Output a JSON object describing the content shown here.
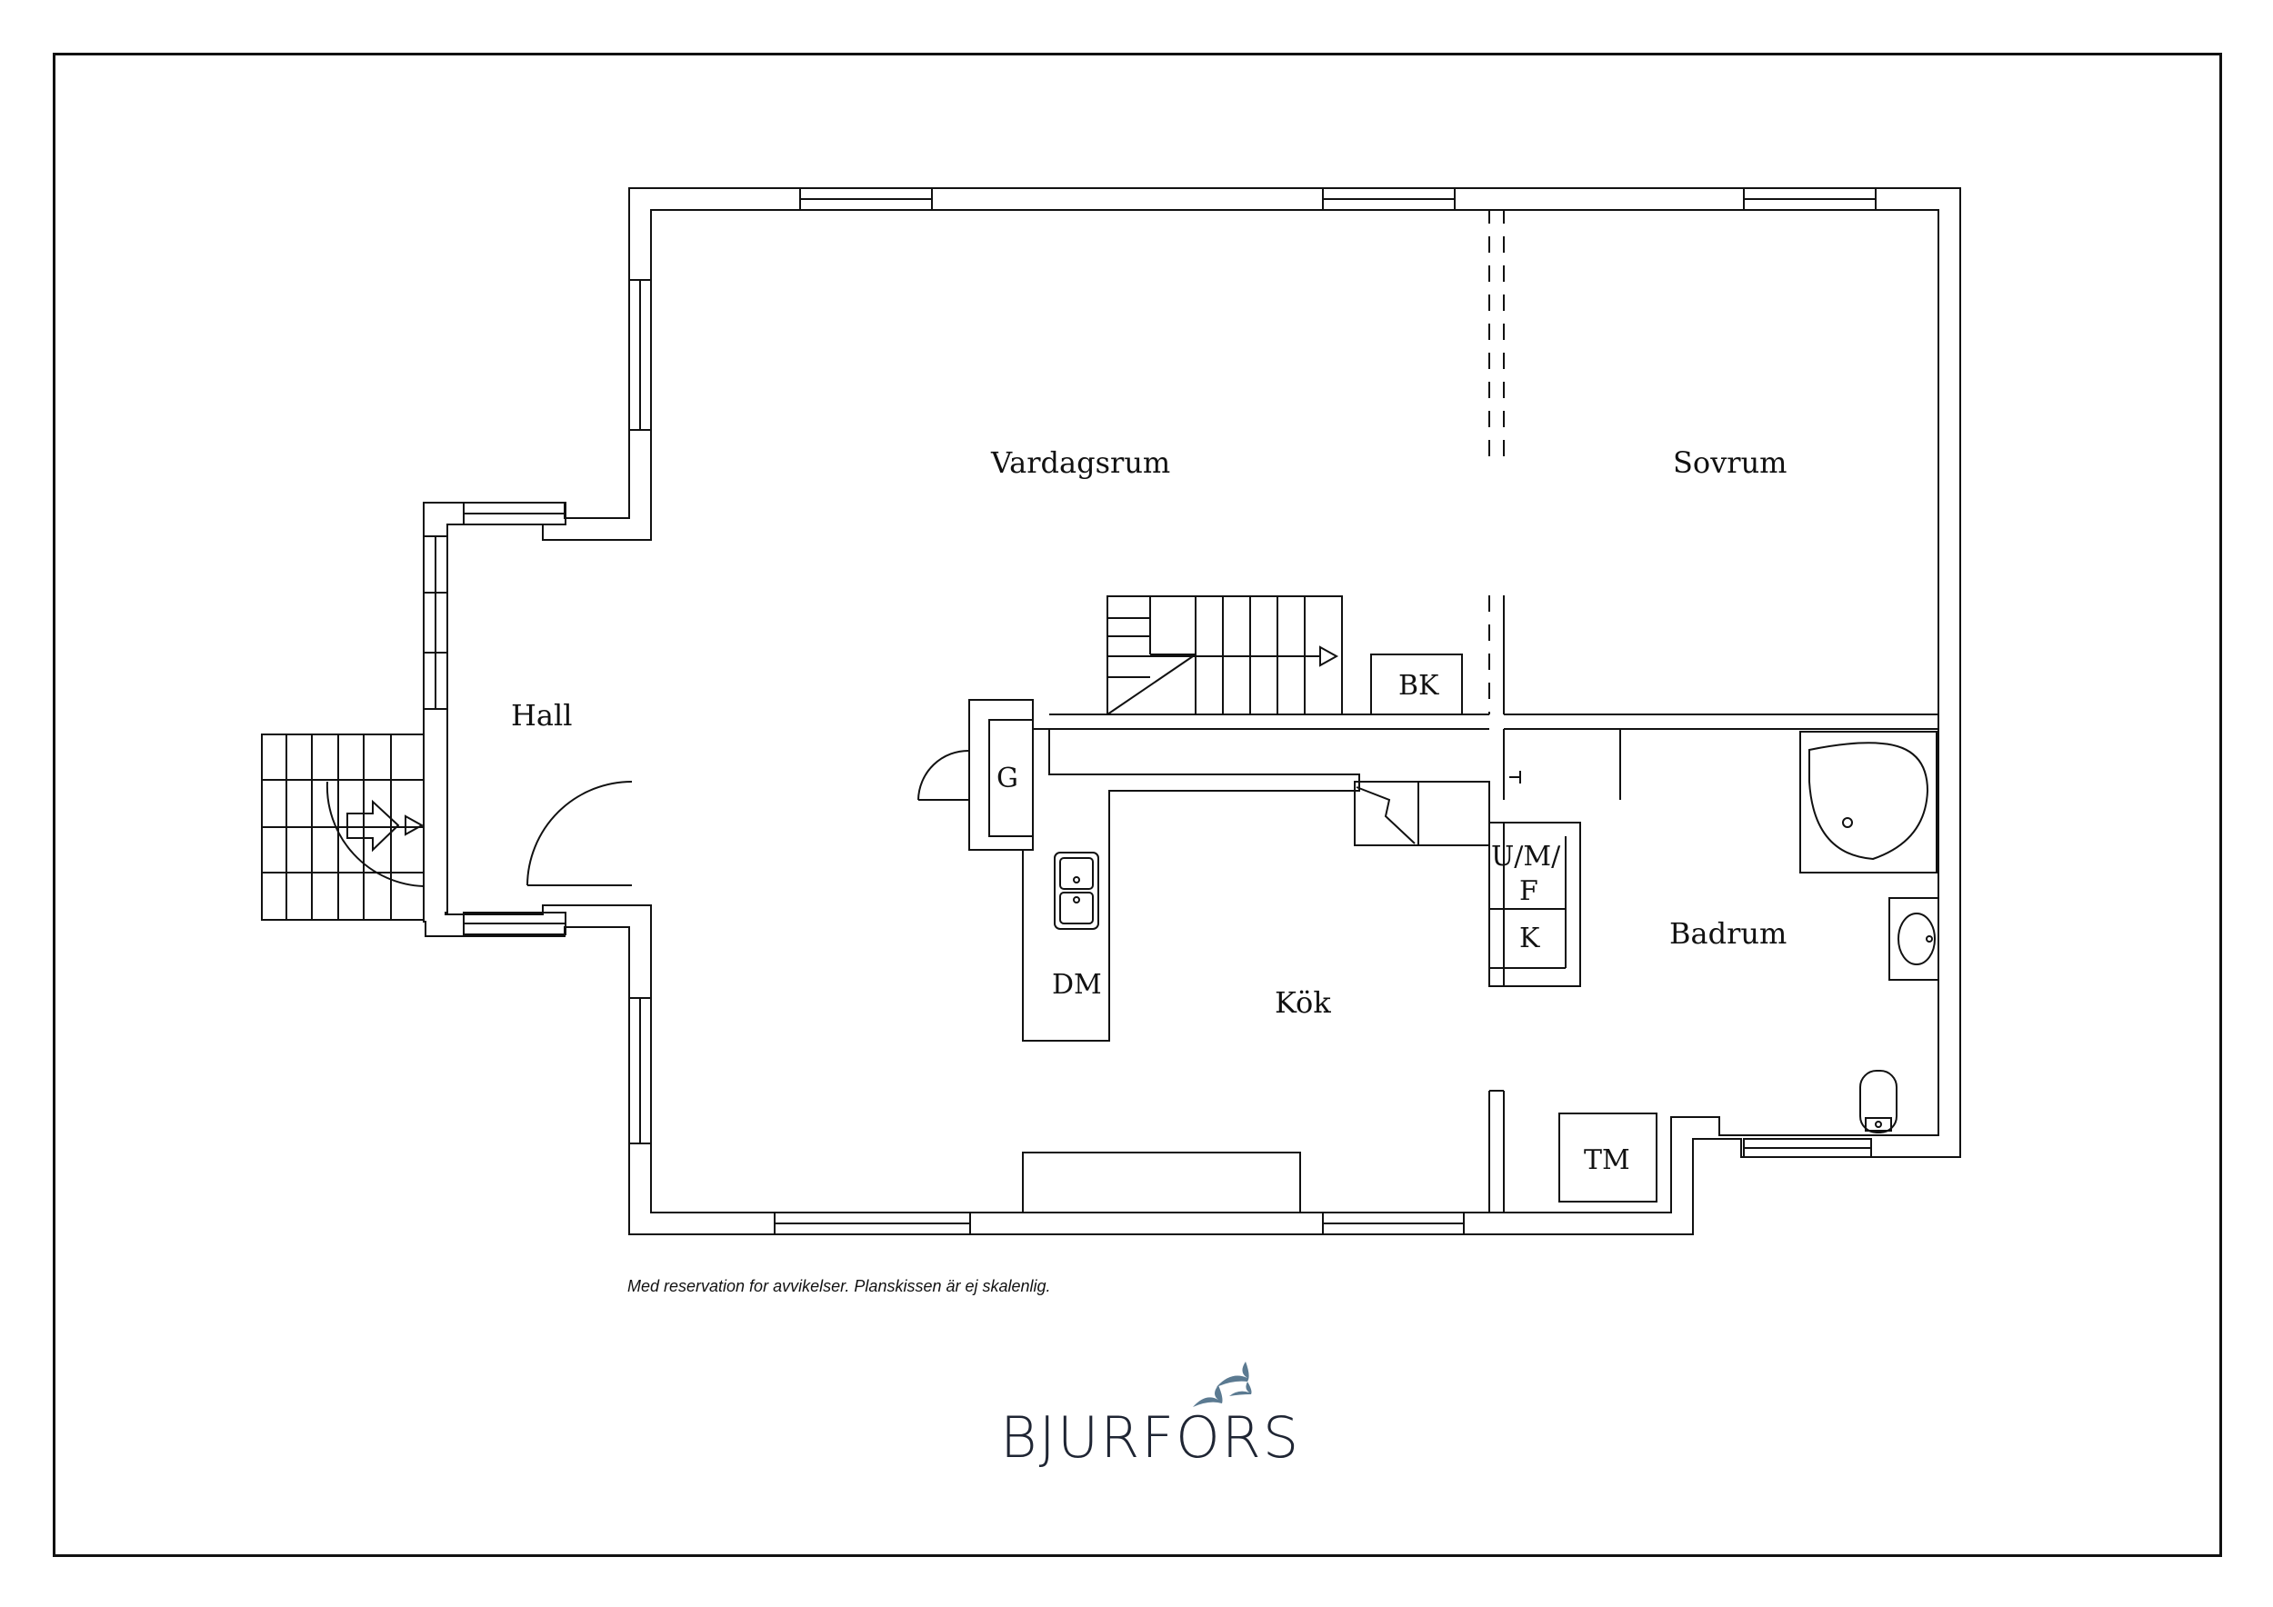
{
  "rooms": {
    "vardagsrum": "Vardagsrum",
    "sovrum": "Sovrum",
    "hall": "Hall",
    "kok": "Kök",
    "badrum": "Badrum"
  },
  "fixtures": {
    "bk": "BK",
    "g": "G",
    "dm": "DM",
    "umf_line1": "U/M/",
    "umf_line2": "F",
    "k": "K",
    "tm": "TM"
  },
  "disclaimer": "Med reservation for avvikelser. Planskissen är ej skalenlig.",
  "brand": {
    "name": "BJURFORS",
    "logo_icon": "birds-logo-icon",
    "color": "#1f2533",
    "bird_color": "#5b7a91"
  }
}
